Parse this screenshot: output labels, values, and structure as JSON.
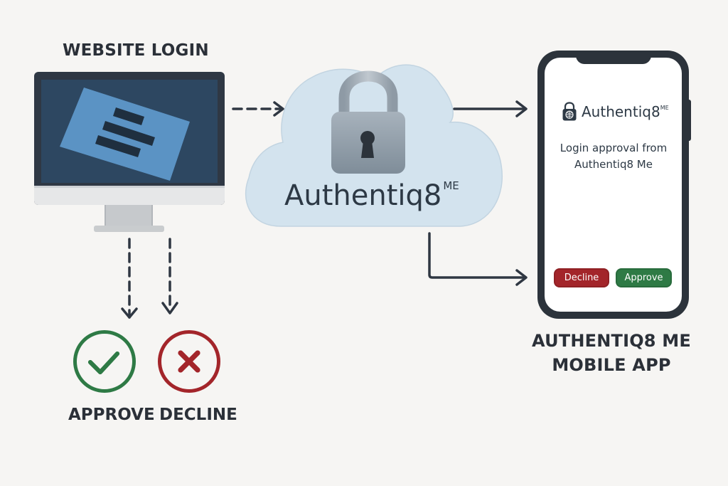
{
  "website": {
    "title": "WEBSITE LOGIN"
  },
  "service": {
    "name": "Authentiq8",
    "superscript": "ME",
    "icon": "padlock-icon"
  },
  "outcomes": {
    "approve_label": "APPROVE",
    "decline_label": "DECLINE",
    "approve_icon": "checkmark-icon",
    "decline_icon": "x-icon"
  },
  "mobile": {
    "title_line1": "AUTHENTIQ8 ME",
    "title_line2": "MOBILE APP",
    "app_name": "Authentiq8",
    "app_superscript": "ME",
    "message": "Login approval from Authentiq8 Me",
    "decline_button": "Decline",
    "approve_button": "Approve"
  },
  "colors": {
    "approve": "#2e7a45",
    "decline": "#a3252a",
    "cloud": "#d3e3ee",
    "monitor_screen": "#2d4761",
    "document": "#5b93c4",
    "arrows": "#2f3742"
  }
}
